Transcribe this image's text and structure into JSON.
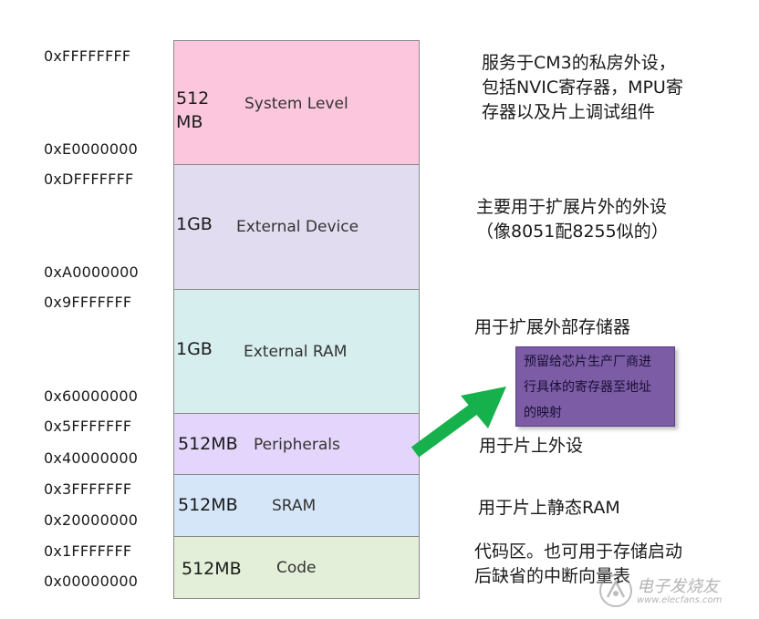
{
  "colors": {
    "system_level": "#fcc7dc",
    "external_device": "#e2dcf0",
    "external_ram": "#d7eeee",
    "peripherals": "#e3d5fb",
    "sram": "#d4e6f8",
    "code": "#e3efd8",
    "callout": "#7b5ca5",
    "arrow": "#16b14c"
  },
  "addresses": {
    "a_fffffff": "0xFFFFFFFF",
    "a_e0000000": "0xE0000000",
    "a_dfffffff": "0xDFFFFFFF",
    "a_a0000000": "0xA0000000",
    "a_9fffffff": "0x9FFFFFFF",
    "a_60000000": "0x60000000",
    "a_5fffffff": "0x5FFFFFFF",
    "a_40000000": "0x40000000",
    "a_3fffffff": "0x3FFFFFFF",
    "a_20000000": "0x20000000",
    "a_1fffffff": "0x1FFFFFFF",
    "a_00000000": "0x00000000"
  },
  "regions": {
    "system_level": {
      "size_1": "512",
      "size_2": "MB",
      "name": "System Level"
    },
    "external_device": {
      "size": "1GB",
      "name": "External Device"
    },
    "external_ram": {
      "size": "1GB",
      "name": "External RAM"
    },
    "peripherals": {
      "size": "512MB",
      "name": "Peripherals"
    },
    "sram": {
      "size": "512MB",
      "name": "SRAM"
    },
    "code": {
      "size": "512MB",
      "name": "Code"
    }
  },
  "notes": {
    "system_level": [
      "服务于CM3的私房外设，",
      "包括NVIC寄存器，MPU寄",
      "存器以及片上调试组件"
    ],
    "external_device": [
      "主要用于扩展片外的外设",
      "（像8051配8255似的）"
    ],
    "external_ram": "用于扩展外部存储器",
    "peripherals": "用于片上外设",
    "sram": "用于片上静态RAM",
    "code": [
      "代码区。也可用于存储启动",
      "后缺省的中断向量表"
    ]
  },
  "callout": [
    "预留给芯片生产厂商进",
    "行具体的寄存器至地址",
    "的映射"
  ],
  "watermark": {
    "title": "电子发烧友",
    "url": "www.elecfans.com"
  }
}
